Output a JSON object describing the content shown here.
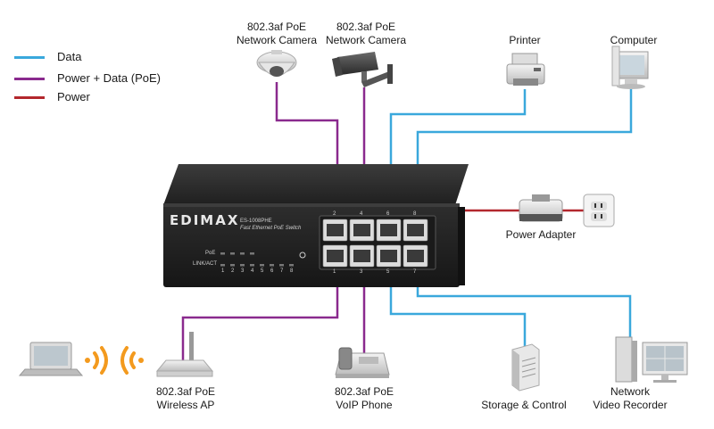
{
  "legend": {
    "items": [
      {
        "label": "Data",
        "color": "#3aa8dc"
      },
      {
        "label": "Power + Data (PoE)",
        "color": "#8a2a8e"
      },
      {
        "label": "Power",
        "color": "#b3272d"
      }
    ]
  },
  "switch": {
    "brand": "EDIMAX",
    "model": "ES-1008PHE",
    "subtitle": "Fast Ethernet PoE Switch",
    "led_poe": "PoE",
    "led_link": "LINK/ACT",
    "top_ports": [
      "2",
      "4",
      "6",
      "8"
    ],
    "bottom_ports": [
      "1",
      "3",
      "5",
      "7"
    ],
    "led_numbers": [
      "1",
      "2",
      "3",
      "4",
      "5",
      "6",
      "7",
      "8"
    ]
  },
  "devices": {
    "camera1": {
      "line1": "802.3af PoE",
      "line2": "Network Camera"
    },
    "camera2": {
      "line1": "802.3af PoE",
      "line2": "Network Camera"
    },
    "printer": {
      "line1": "Printer"
    },
    "computer": {
      "line1": "Computer"
    },
    "power_adapter": {
      "line1": "Power Adapter"
    },
    "wireless_ap": {
      "line1": "802.3af PoE",
      "line2": "Wireless AP"
    },
    "voip_phone": {
      "line1": "802.3af PoE",
      "line2": "VoIP Phone"
    },
    "storage": {
      "line1": "Storage & Control"
    },
    "nvr": {
      "line1": "Network",
      "line2": "Video Recorder"
    }
  },
  "colors": {
    "data": "#3aa8dc",
    "poe": "#8a2a8e",
    "power": "#b3272d",
    "switch_body": "#2d2d2d",
    "wifi": "#f39a1e"
  }
}
